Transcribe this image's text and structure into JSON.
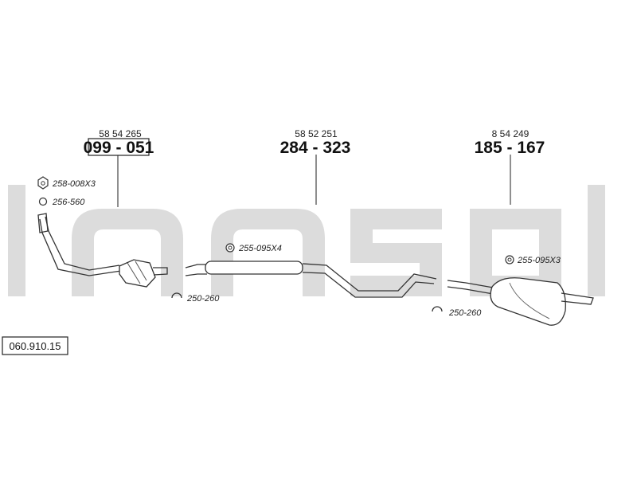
{
  "watermark": {
    "color": "#dcdcdc"
  },
  "catalog_number": "060.910.15",
  "components": [
    {
      "oem": "58 54 265",
      "part": "099 - 051",
      "boxed": true
    },
    {
      "oem": "58 52 251",
      "part": "284 - 323",
      "boxed": false
    },
    {
      "oem": "8 54 249",
      "part": "185 - 167",
      "boxed": false
    }
  ],
  "accessories": {
    "nut": "258-008X3",
    "gasket": "256-560",
    "clamp_front": "250-260",
    "clamp_rear": "250-260",
    "hanger_mid": "255-095X4",
    "hanger_rear": "255-095X3"
  }
}
